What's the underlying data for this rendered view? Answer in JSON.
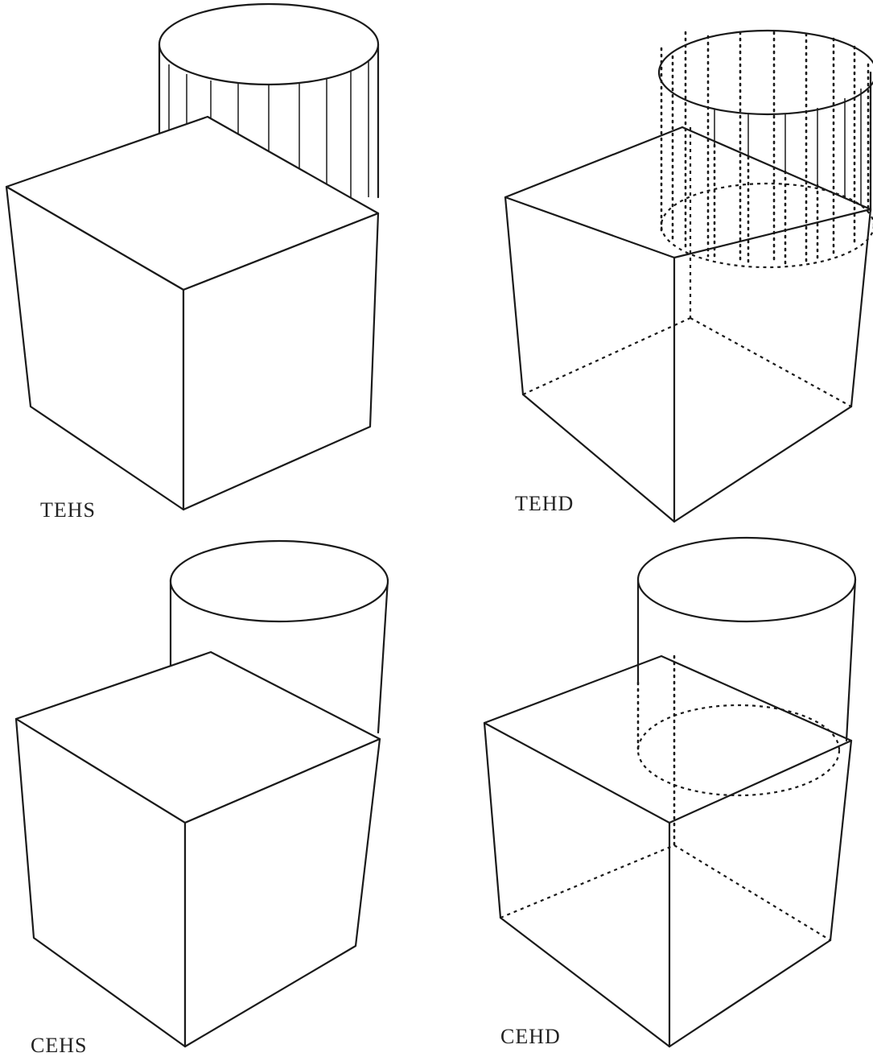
{
  "panels": [
    {
      "id": "tehs",
      "label": "TEHS"
    },
    {
      "id": "tehd",
      "label": "TEHD"
    },
    {
      "id": "cehs",
      "label": "CEHS"
    },
    {
      "id": "cehd",
      "label": "CEHD"
    }
  ],
  "colors": {
    "line": "#1a1a1a",
    "background": "#ffffff"
  }
}
